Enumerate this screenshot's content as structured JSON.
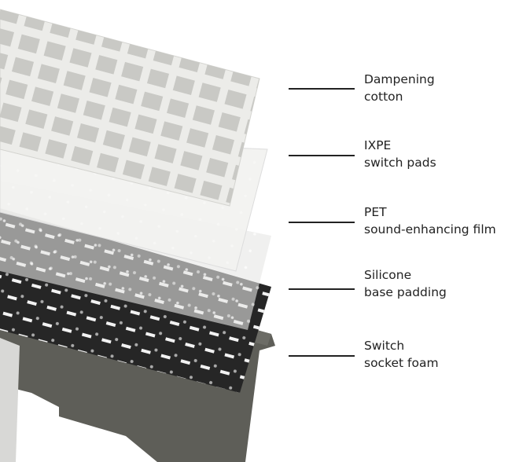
{
  "layers": [
    {
      "line1": "Dampening",
      "line2": "cotton"
    },
    {
      "line1": "IXPE",
      "line2": "switch pads"
    },
    {
      "line1": "PET",
      "line2": "sound-enhancing film"
    },
    {
      "line1": "Silicone",
      "line2": "base padding"
    },
    {
      "line1": "Switch",
      "line2": "socket foam"
    }
  ],
  "colors": {
    "plate": "#ecece9",
    "ixpe": "#f4f4f2",
    "pet": "#e4e4e2",
    "silicone": "#262626",
    "foam": "#5e5e58"
  }
}
